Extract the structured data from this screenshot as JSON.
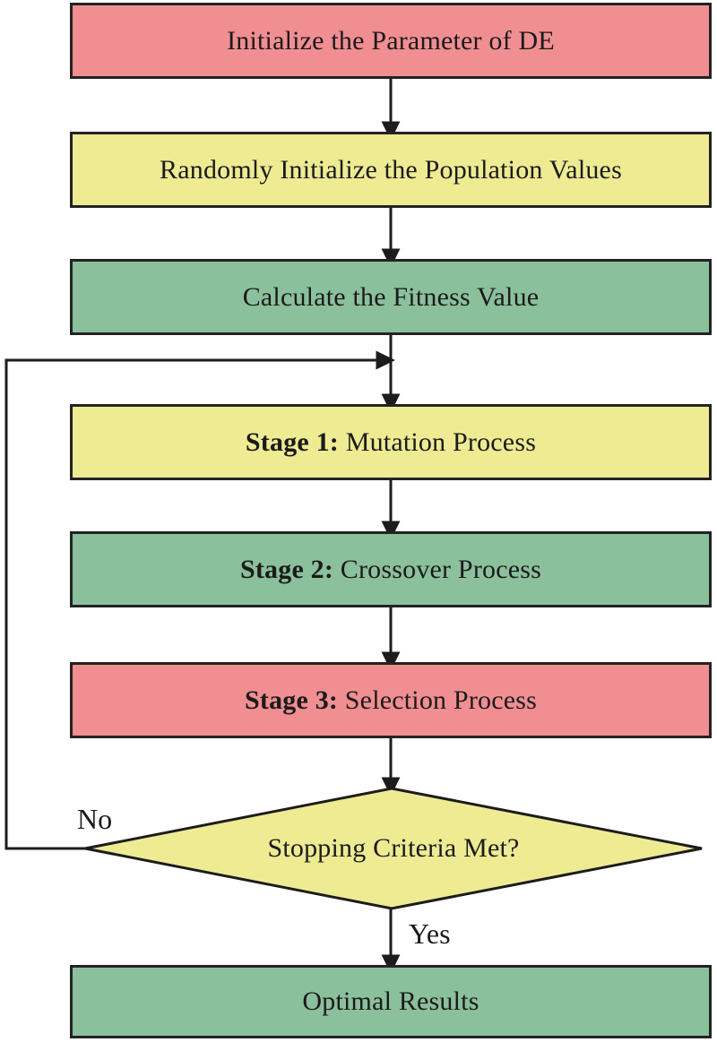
{
  "colors": {
    "pink": "#F18E92",
    "yellow": "#EEEB93",
    "green": "#8BC09D",
    "line": "#1C1C1C",
    "text": "#1B1B1B"
  },
  "nodes": [
    {
      "id": "initialize-parameters",
      "shape": "rect",
      "color": "pink",
      "bold": "",
      "text": "Initialize the Parameter of DE"
    },
    {
      "id": "initialize-population",
      "shape": "rect",
      "color": "yellow",
      "bold": "",
      "text": "Randomly Initialize the Population Values"
    },
    {
      "id": "calculate-fitness",
      "shape": "rect",
      "color": "green",
      "bold": "",
      "text": "Calculate the Fitness Value"
    },
    {
      "id": "stage1-mutation",
      "shape": "rect",
      "color": "yellow",
      "bold": "Stage 1:",
      "text": " Mutation Process"
    },
    {
      "id": "stage2-crossover",
      "shape": "rect",
      "color": "green",
      "bold": "Stage 2:",
      "text": " Crossover Process"
    },
    {
      "id": "stage3-selection",
      "shape": "rect",
      "color": "pink",
      "bold": "Stage 3:",
      "text": " Selection Process"
    },
    {
      "id": "stopping-criteria",
      "shape": "diamond",
      "color": "yellow",
      "bold": "",
      "text": "Stopping Criteria Met?"
    },
    {
      "id": "optimal-results",
      "shape": "rect",
      "color": "green",
      "bold": "",
      "text": "Optimal Results"
    }
  ],
  "edge_labels": {
    "no": "No",
    "yes": "Yes"
  }
}
